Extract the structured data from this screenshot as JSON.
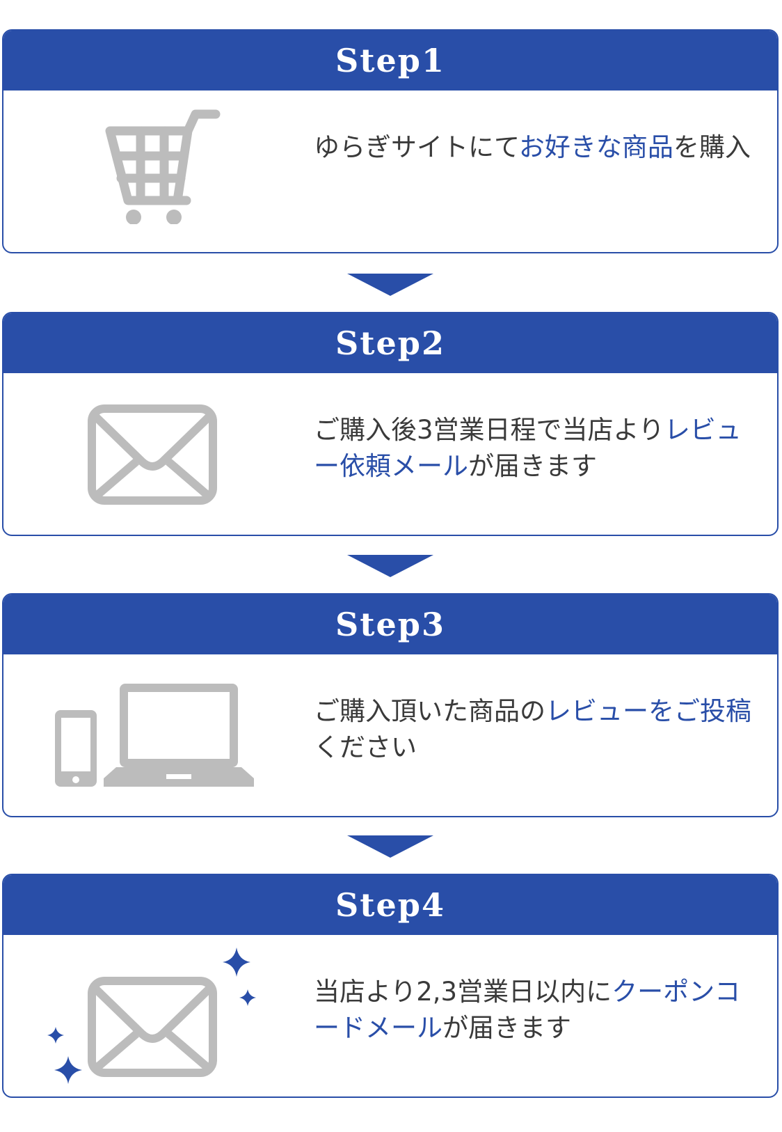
{
  "colors": {
    "accent": "#294ea8",
    "icon_gray": "#bcbcbc",
    "text": "#3a3a3a"
  },
  "steps": [
    {
      "title": "Step1",
      "icon": "shopping-cart-icon",
      "segments": [
        {
          "text": "ゆらぎサイトにて",
          "hl": false
        },
        {
          "text": "お好きな商品",
          "hl": true
        },
        {
          "text": "を購入",
          "hl": false
        }
      ]
    },
    {
      "title": "Step2",
      "icon": "envelope-icon",
      "segments": [
        {
          "text": "ご購入後3営業日程で当店より",
          "hl": false
        },
        {
          "text": "レビュー依頼メール",
          "hl": true
        },
        {
          "text": "が届きます",
          "hl": false
        }
      ]
    },
    {
      "title": "Step3",
      "icon": "devices-icon",
      "segments": [
        {
          "text": "ご購入頂いた商品の",
          "hl": false
        },
        {
          "text": "レビューをご投稿",
          "hl": true
        },
        {
          "text": "ください",
          "hl": false
        }
      ]
    },
    {
      "title": "Step4",
      "icon": "sparkle-envelope-icon",
      "segments": [
        {
          "text": "当店より2,3営業日以内に",
          "hl": false
        },
        {
          "text": "クーポンコードメール",
          "hl": true
        },
        {
          "text": "が届きます",
          "hl": false
        }
      ]
    }
  ]
}
